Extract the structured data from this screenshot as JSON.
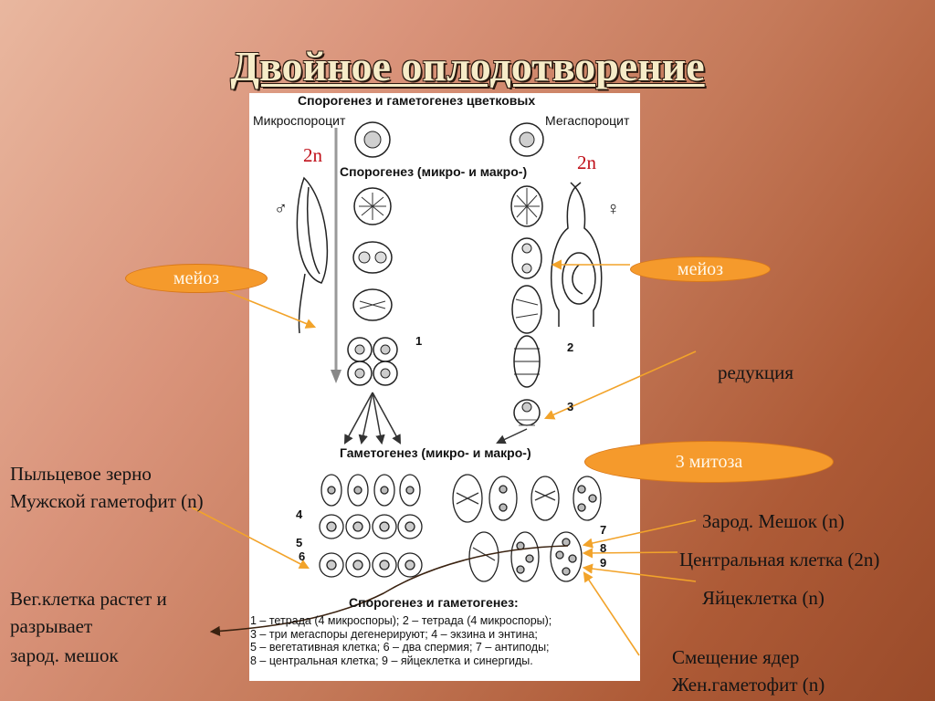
{
  "slide": {
    "title": "Двойное оплодотворение",
    "panel_title": "Спорогенез и гаметогенез цветковых",
    "left_col": "Микроспороцит",
    "right_col": "Мегаспороцит",
    "left_ploidy": "2n",
    "right_ploidy": "2n",
    "male_symbol": "♂",
    "female_symbol": "♀",
    "sporogenesis_label": "Спорогенез (микро- и макро-)",
    "gametogenesis_label": "Гаметогенез (микро- и макро-)",
    "legend_title": "Спорогенез и гаметогенез:",
    "legend_lines": [
      "1 – тетрада (4 микроспоры); 2 – тетрада (4 микроспоры);",
      "3 – три мегаспоры дегенерируют; 4 – экзина и энтина;",
      "5 – вегетативная клетка; 6 – два спермия; 7 – антиподы;",
      "8 – центральная клетка; 9 – яйцеклетка и синергиды."
    ],
    "numbers": [
      "1",
      "2",
      "3",
      "4",
      "5",
      "6",
      "7",
      "8",
      "9"
    ]
  },
  "pills": {
    "meiosis_left": "мейоз",
    "meiosis_right": "мейоз",
    "mitosis": "3 митоза"
  },
  "labels": {
    "reduction": "редукция",
    "pollen_grain": "Пыльцевое зерно",
    "male_gametophyte": "Мужской гаметофит (n)",
    "veg_cell_1": "Вег.клетка  растет и",
    "veg_cell_2": "разрывает",
    "veg_cell_3": "зарод. мешок",
    "embryo_sac": "Зарод. Мешок (n)",
    "central_cell": "Центральная клетка (2n)",
    "egg_cell": "Яйцеклетка (n)",
    "nuclei_shift": "Смещение ядер",
    "female_gametophyte": "Жен.гаметофит (n)"
  },
  "colors": {
    "pill": "#f59a2c",
    "title": "#f6ecc8",
    "ploidy": "#c0101a",
    "arrows": "#f2a32a"
  }
}
